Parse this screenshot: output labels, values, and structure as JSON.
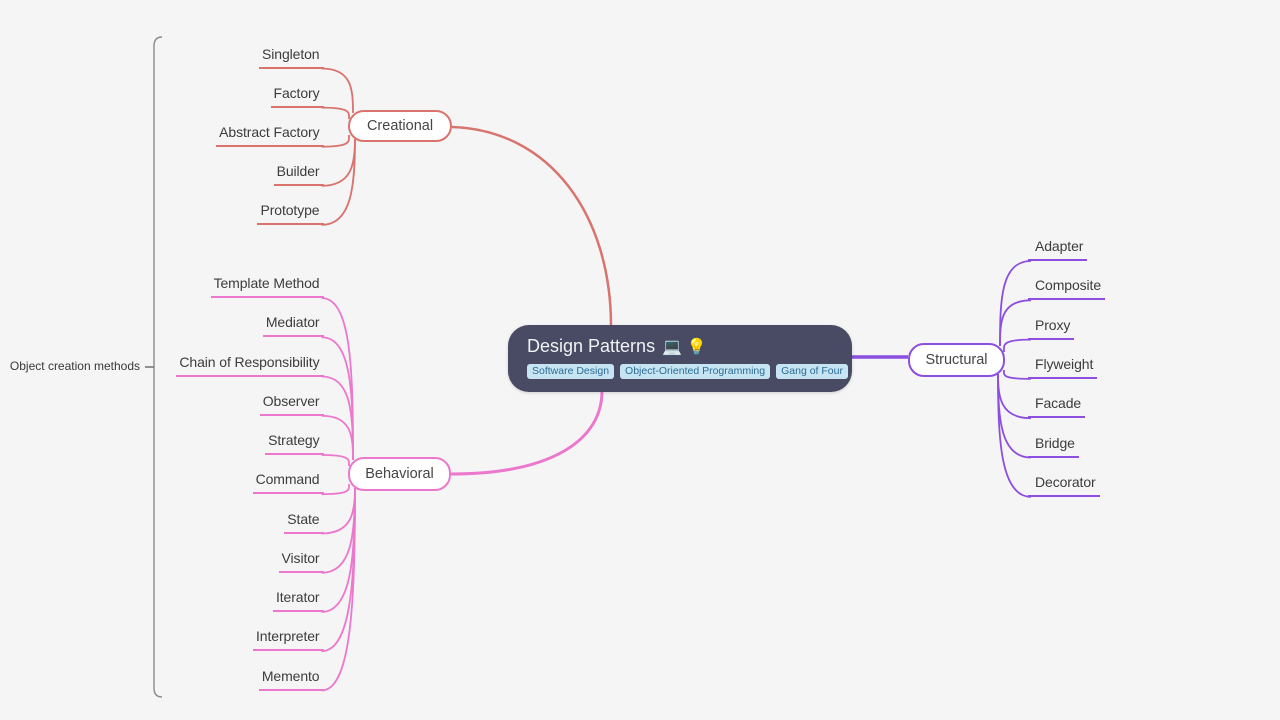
{
  "canvas": {
    "background": "#f5f5f6"
  },
  "root": {
    "title": "Design Patterns",
    "emoji": "💻 💡",
    "tags": [
      "Software Design",
      "Object-Oriented Programming",
      "Gang of Four"
    ],
    "fill": "#494b64",
    "tag_bg": "#c7e4f2",
    "tag_color": "#2b6d96"
  },
  "branches": [
    {
      "id": "creational",
      "label": "Creational",
      "color": "#d9736d",
      "children": [
        "Singleton",
        "Factory",
        "Abstract Factory",
        "Builder",
        "Prototype"
      ]
    },
    {
      "id": "behavioral",
      "label": "Behavioral",
      "color": "#ec78cd",
      "children": [
        "Template Method",
        "Mediator",
        "Chain of Responsibility",
        "Observer",
        "Strategy",
        "Command",
        "State",
        "Visitor",
        "Iterator",
        "Interpreter",
        "Memento"
      ]
    },
    {
      "id": "structural",
      "label": "Structural",
      "color": "#8c4fe0",
      "children": [
        "Adapter",
        "Composite",
        "Proxy",
        "Flyweight",
        "Facade",
        "Bridge",
        "Decorator"
      ]
    }
  ],
  "annotation": {
    "label": "Object creation methods",
    "bracket_color": "#8a8a8a"
  }
}
